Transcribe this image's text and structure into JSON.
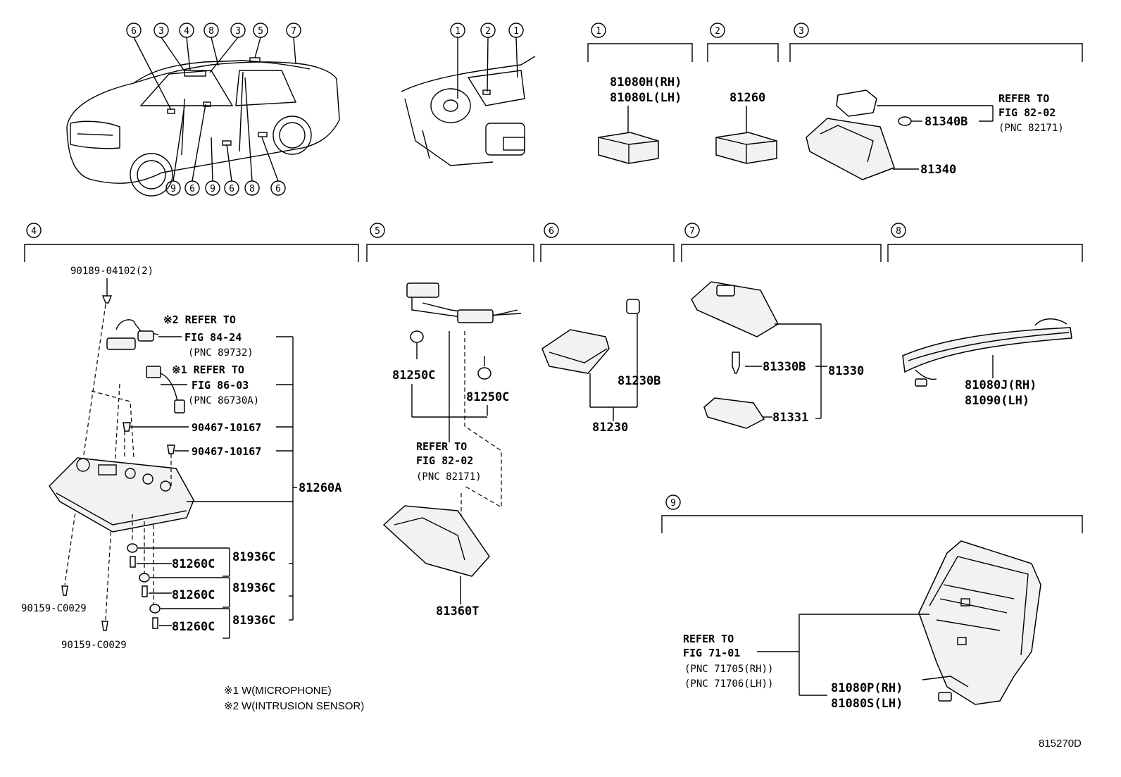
{
  "diagram": {
    "code": "815270D",
    "car_callouts_top": [
      "6",
      "3",
      "4",
      "8",
      "3",
      "5",
      "7"
    ],
    "car_callouts_bottom": [
      "9",
      "6",
      "9",
      "6",
      "8",
      "6"
    ],
    "dash_callouts": [
      "1",
      "2",
      "1"
    ],
    "sections": [
      {
        "num": "1"
      },
      {
        "num": "2"
      },
      {
        "num": "3"
      },
      {
        "num": "4"
      },
      {
        "num": "5"
      },
      {
        "num": "6"
      },
      {
        "num": "7"
      },
      {
        "num": "8"
      },
      {
        "num": "9"
      }
    ],
    "s1": {
      "p1": "81080H(RH)",
      "p2": "81080L(LH)"
    },
    "s2": {
      "p1": "81260"
    },
    "s3": {
      "ref1": "REFER TO",
      "ref2": "FIG 82-02",
      "ref3": "(PNC 82171)",
      "bulb": "81340B",
      "lamp": "81340"
    },
    "s4": {
      "screw_top": "90189-04102(2)",
      "note2_ref": "※2 REFER TO",
      "note2_fig": "FIG 84-24",
      "note2_pnc": "(PNC 89732)",
      "note1_ref": "※1 REFER TO",
      "note1_fig": "FIG 86-03",
      "note1_pnc": "(PNC 86730A)",
      "clip1": "90467-10167",
      "clip2": "90467-10167",
      "assy": "81260A",
      "socket1": "81936C",
      "socket2": "81936C",
      "socket3": "81936C",
      "bulb1": "81260C",
      "bulb2": "81260C",
      "bulb3": "81260C",
      "screw1": "90159-C0029",
      "screw2": "90159-C0029",
      "legend1": "※1 W(MICROPHONE)",
      "legend2": "※2 W(INTRUSION SENSOR)"
    },
    "s5": {
      "bulbL": "81250C",
      "bulbR": "81250C",
      "ref1": "REFER TO",
      "ref2": "FIG 82-02",
      "ref3": "(PNC 82171)",
      "lens": "81360T"
    },
    "s6": {
      "bulb": "81230B",
      "lamp": "81230"
    },
    "s7": {
      "bulb": "81330B",
      "lamp": "81330",
      "lens": "81331"
    },
    "s8": {
      "p1": "81080J(RH)",
      "p2": "81090(LH)"
    },
    "s9": {
      "ref1": "REFER TO",
      "ref2": "FIG 71-01",
      "ref3": "(PNC 71705(RH))",
      "ref4": "(PNC 71706(LH))",
      "p1": "81080P(RH)",
      "p2": "81080S(LH)"
    }
  }
}
